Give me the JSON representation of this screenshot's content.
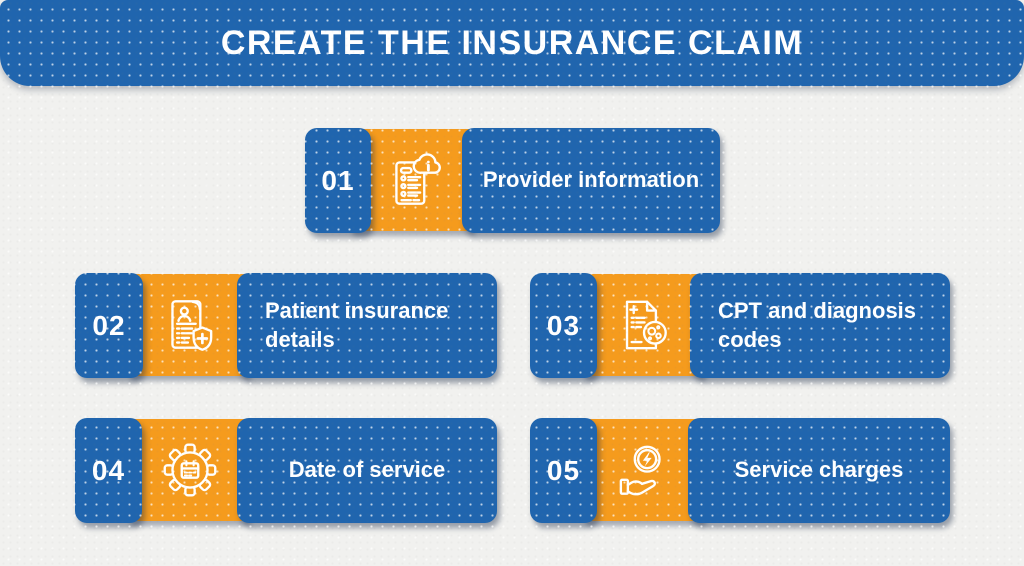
{
  "header": {
    "title": "CREATE THE INSURANCE CLAIM"
  },
  "theme": {
    "blue": "#2065ae",
    "orange": "#f59b1d",
    "background": "#f1f1ef",
    "text": "#ffffff"
  },
  "steps": [
    {
      "number": "01",
      "label": "Provider information",
      "icon": "document-cloud-info-icon"
    },
    {
      "number": "02",
      "label": "Patient insurance details",
      "icon": "patient-record-shield-icon"
    },
    {
      "number": "03",
      "label": "CPT and diagnosis codes",
      "icon": "document-diagnosis-codes-icon"
    },
    {
      "number": "04",
      "label": "Date of service",
      "icon": "gear-calendar-icon"
    },
    {
      "number": "05",
      "label": "Service charges",
      "icon": "hand-coin-lightning-icon"
    }
  ]
}
